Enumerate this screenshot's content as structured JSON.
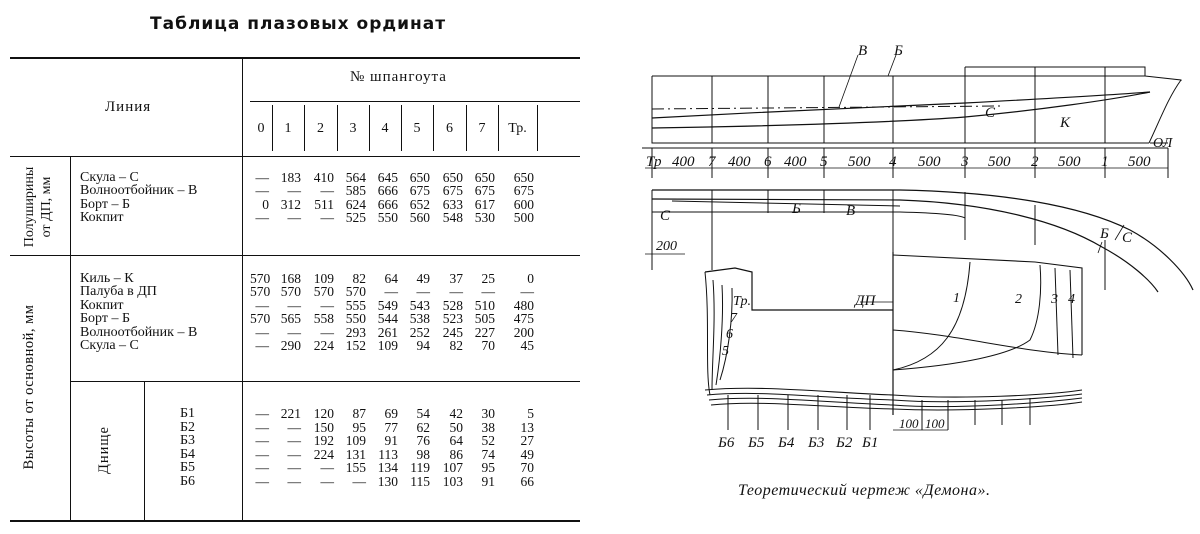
{
  "table": {
    "title": "Таблица плазовых ординат",
    "header": {
      "line_label": "Линия",
      "frame_label": "№ шпангоута"
    },
    "columns": [
      "0",
      "1",
      "2",
      "3",
      "4",
      "5",
      "6",
      "7",
      "Тр."
    ],
    "group_half_breadths": "Полуширины от ДП, мм",
    "group_heights": "Высоты от основной, мм",
    "group_bottom": "Днище",
    "half_breadths": [
      {
        "label": "Скула – С",
        "values": [
          "—",
          "183",
          "410",
          "564",
          "645",
          "650",
          "650",
          "650",
          "650"
        ]
      },
      {
        "label": "Волноотбойник – В",
        "values": [
          "—",
          "—",
          "—",
          "585",
          "666",
          "675",
          "675",
          "675",
          "675"
        ]
      },
      {
        "label": "Борт – Б",
        "values": [
          "0",
          "312",
          "511",
          "624",
          "666",
          "652",
          "633",
          "617",
          "600"
        ]
      },
      {
        "label": "Кокпит",
        "values": [
          "—",
          "—",
          "—",
          "525",
          "550",
          "560",
          "548",
          "530",
          "500"
        ]
      }
    ],
    "heights": [
      {
        "label": "Киль – К",
        "values": [
          "570",
          "168",
          "109",
          "82",
          "64",
          "49",
          "37",
          "25",
          "0"
        ]
      },
      {
        "label": "Палуба в ДП",
        "values": [
          "570",
          "570",
          "570",
          "570",
          "—",
          "—",
          "—",
          "—",
          "—"
        ]
      },
      {
        "label": "Кокпит",
        "values": [
          "—",
          "—",
          "—",
          "555",
          "549",
          "543",
          "528",
          "510",
          "480"
        ]
      },
      {
        "label": "Борт – Б",
        "values": [
          "570",
          "565",
          "558",
          "550",
          "544",
          "538",
          "523",
          "505",
          "475"
        ]
      },
      {
        "label": "Волноотбойник – В",
        "values": [
          "—",
          "—",
          "—",
          "293",
          "261",
          "252",
          "245",
          "227",
          "200"
        ]
      },
      {
        "label": "Скула – С",
        "values": [
          "—",
          "290",
          "224",
          "152",
          "109",
          "94",
          "82",
          "70",
          "45"
        ]
      }
    ],
    "bottom": [
      {
        "label": "Б1",
        "values": [
          "—",
          "221",
          "120",
          "87",
          "69",
          "54",
          "42",
          "30",
          "5"
        ]
      },
      {
        "label": "Б2",
        "values": [
          "—",
          "—",
          "150",
          "95",
          "77",
          "62",
          "50",
          "38",
          "13"
        ]
      },
      {
        "label": "Б3",
        "values": [
          "—",
          "—",
          "192",
          "109",
          "91",
          "76",
          "64",
          "52",
          "27"
        ]
      },
      {
        "label": "Б4",
        "values": [
          "—",
          "—",
          "224",
          "131",
          "113",
          "98",
          "86",
          "74",
          "49"
        ]
      },
      {
        "label": "Б5",
        "values": [
          "—",
          "—",
          "—",
          "155",
          "134",
          "119",
          "107",
          "95",
          "70"
        ]
      },
      {
        "label": "Б6",
        "values": [
          "—",
          "—",
          "—",
          "—",
          "130",
          "115",
          "103",
          "91",
          "66"
        ]
      }
    ]
  },
  "drawing": {
    "caption": "Теоретический чертеж «Демона».",
    "profile_labels": {
      "V": "В",
      "B": "Б",
      "C": "С",
      "K": "К",
      "OL": "ОЛ"
    },
    "stations": [
      "Тр",
      "7",
      "6",
      "5",
      "4",
      "3",
      "2",
      "1"
    ],
    "spacings": [
      "400",
      "400",
      "400",
      "500",
      "500",
      "500",
      "500",
      "500"
    ],
    "plan_labels": {
      "C": "С",
      "B": "Б",
      "V": "В",
      "B2": "Б",
      "C2": "С",
      "dim": "200"
    },
    "body_labels": {
      "DP": "ДП",
      "tr": "Тр.",
      "s7": "7",
      "s6": "6",
      "s5": "5",
      "s1": "1",
      "s2": "2",
      "s3": "3",
      "s4": "4"
    },
    "buttocks": [
      "Б6",
      "Б5",
      "Б4",
      "Б3",
      "Б2",
      "Б1"
    ],
    "bottom_dims": [
      "100",
      "100"
    ]
  }
}
